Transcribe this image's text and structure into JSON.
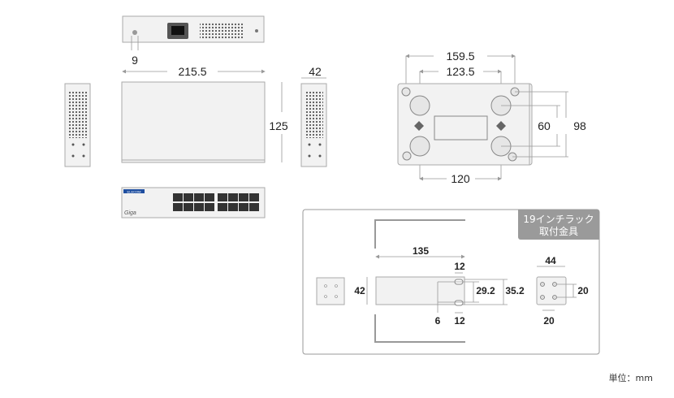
{
  "views": {
    "back": {
      "knob_dim": "9"
    },
    "top": {
      "width_dim": "215.5",
      "depth_dim": "125"
    },
    "side": {
      "height_dim": "42"
    },
    "bottom": {
      "dim_outer_holes": "159.5",
      "dim_inner_holes": "123.5",
      "dim_bottom_holes": "120",
      "dim_vertical_inner": "60",
      "dim_vertical_outer": "98"
    },
    "front": {
      "brand": "ELECOM",
      "logo": "Giga"
    }
  },
  "bracket": {
    "title_line1": "19インチラック",
    "title_line2": "取付金具",
    "dim_length": "135",
    "dim_height": "42",
    "dim_slot_top": "12",
    "dim_slot_bottom": "12",
    "dim_offset": "6",
    "dim_slot_spacing": "29.2",
    "dim_outer_spacing": "35.2",
    "dim_plate_width": "44",
    "dim_plate_hole_v": "20",
    "dim_plate_hole_h": "20"
  },
  "unit_label": "単位：mm",
  "colors": {
    "body": "#f2f2f2",
    "label_bg": "#9a9a9a",
    "brand": "#1f4fa0"
  }
}
